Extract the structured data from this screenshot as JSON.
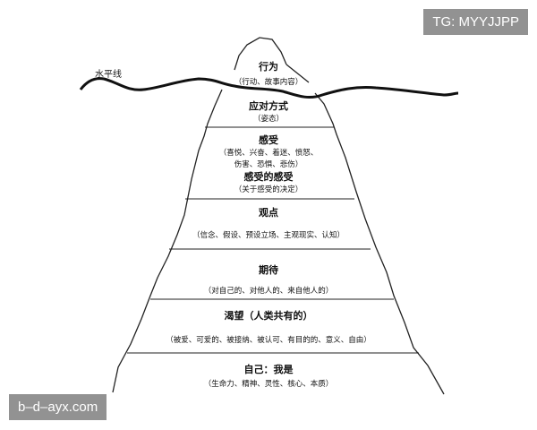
{
  "waterline_label": "水平线",
  "layers": [
    {
      "title": "行为",
      "detail": "（行动、故事内容）"
    },
    {
      "title": "应对方式",
      "detail": "（姿态）"
    },
    {
      "title": "感受",
      "detail": "（喜悦、兴奋、着迷、愤怒、",
      "detail2": "伤害、恐惧、悲伤）"
    },
    {
      "title": "感受的感受",
      "detail": "（关于感受的决定）"
    },
    {
      "title": "观点",
      "detail": "（信念、假设、预设立场、主观现实、认知）"
    },
    {
      "title": "期待",
      "detail": "（对自己的、对他人的、来自他人的）"
    },
    {
      "title": "渴望（人类共有的）",
      "detail": "（被爱、可爱的、被接纳、被认可、有目的的、意义、自由）"
    },
    {
      "title": "自己：我是",
      "detail": "（生命力、精神、灵性、核心、本质）"
    }
  ],
  "watermarks": {
    "top_right": "TG: MYYJJPP",
    "bottom_left": "b–d–ayx.com"
  }
}
